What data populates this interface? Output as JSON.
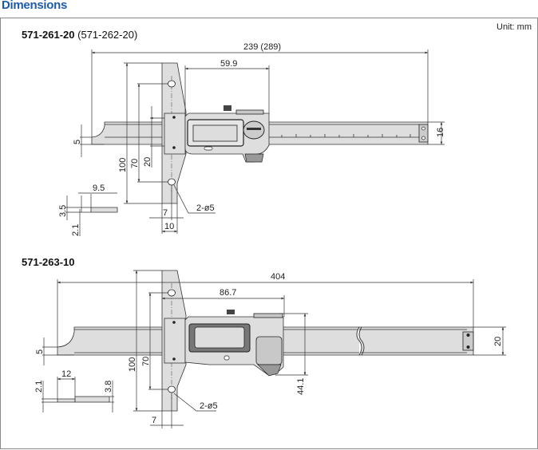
{
  "section_title": "Dimensions",
  "unit": "Unit: mm",
  "model_a": {
    "title": "571-261-20",
    "title_alt": "(571-262-20)",
    "dims": {
      "overall_length": "239 (289)",
      "slider_length": "59.9",
      "base_height": "100",
      "hole_pitch": "70",
      "clamp": "20",
      "beam_step": "5",
      "beam_width": "16",
      "base_thickness_hole": "7",
      "base_thickness": "10",
      "holes": "2-ø5",
      "tip_length": "9.5",
      "tip_step": "3.5",
      "tip_thickness": "2.1"
    }
  },
  "model_b": {
    "title": "571-263-10",
    "dims": {
      "overall_length": "404",
      "slider_length": "86.7",
      "base_height": "100",
      "hole_pitch": "70",
      "slider_height": "44.1",
      "beam_step": "5",
      "beam_width": "20",
      "base_thickness_hole": "7",
      "holes": "2-ø5",
      "tip_length": "12",
      "tip_thickness": "2.1",
      "tip_step": "3.8"
    }
  }
}
